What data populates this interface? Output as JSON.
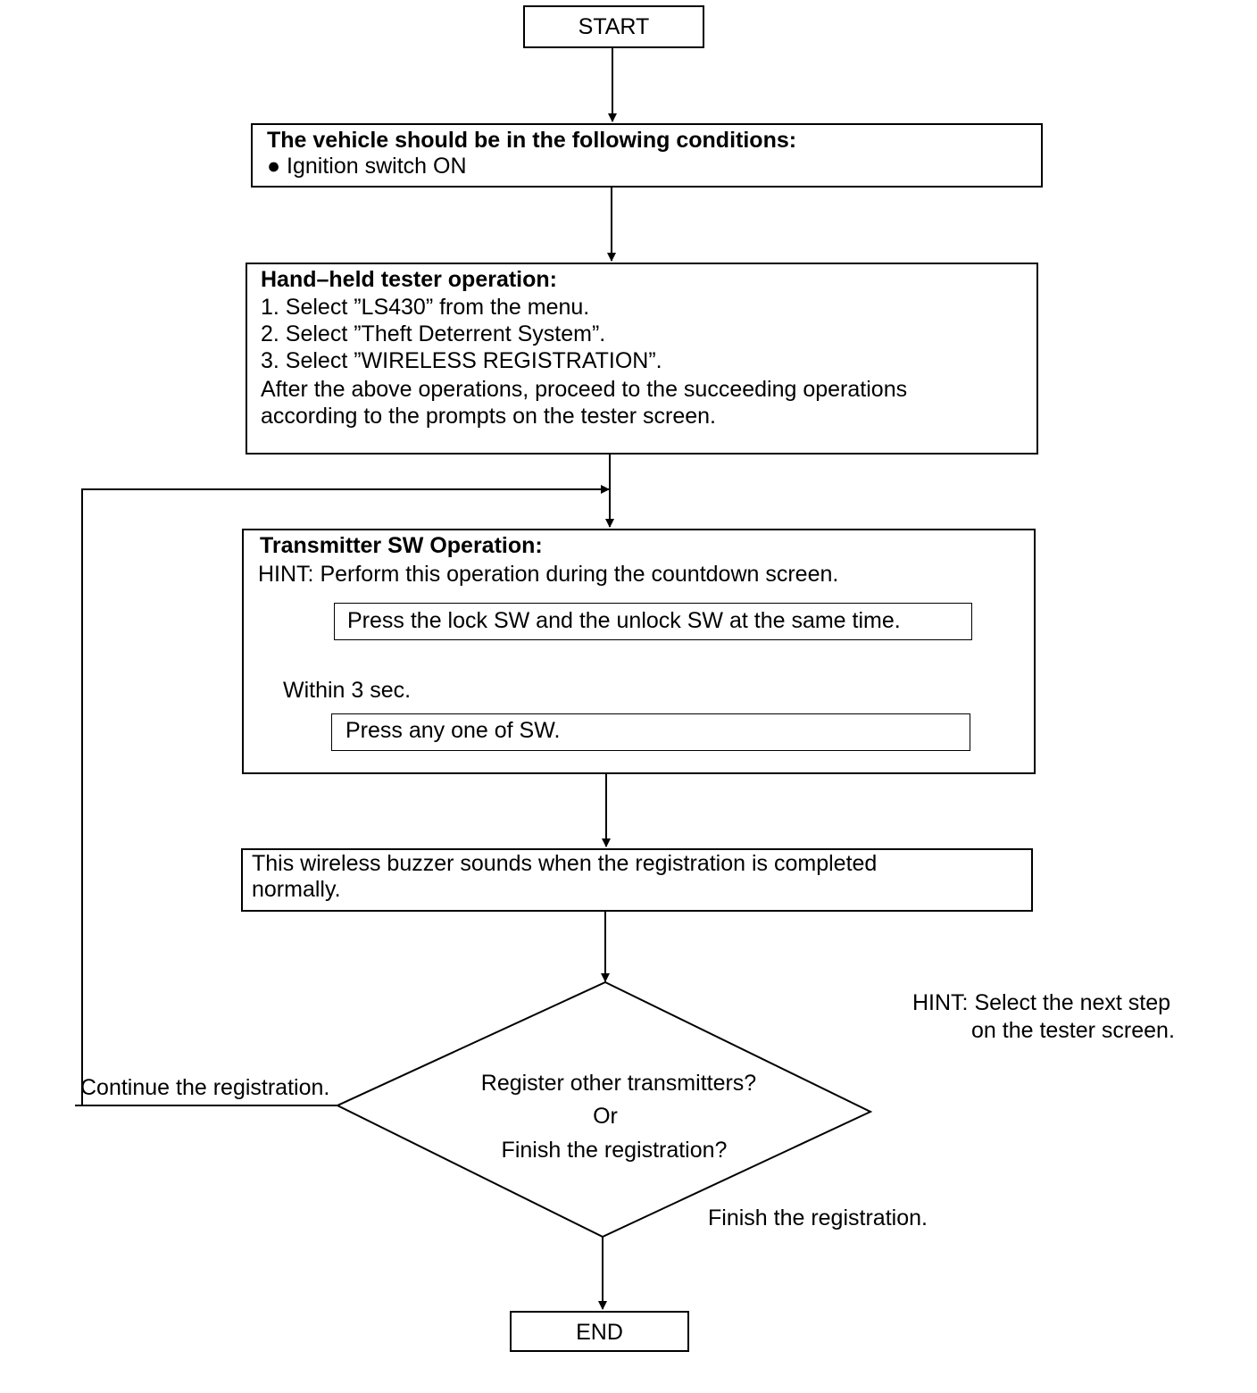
{
  "start": "START",
  "end": "END",
  "conditions": {
    "heading": "The vehicle should be in the following conditions:",
    "items": [
      "● Ignition switch ON"
    ]
  },
  "tester": {
    "heading": "Hand–held tester operation:",
    "steps": [
      "1. Select ”LS430” from the menu.",
      "2. Select ”Theft Deterrent System”.",
      "3. Select ”WIRELESS REGISTRATION”."
    ],
    "note_lines": [
      "After the above operations, proceed to the succeeding operations",
      "according to the prompts on the tester screen."
    ]
  },
  "transmitter": {
    "heading": "Transmitter SW Operation:",
    "hint": "HINT: Perform this operation during the countdown screen.",
    "step1": "Press the lock SW and the unlock SW at the same time.",
    "step2": "Press any one of SW.",
    "interval": "Within 3 sec."
  },
  "buzzer": {
    "lines": [
      "This wireless buzzer sounds when the registration is completed",
      "normally."
    ]
  },
  "decision": {
    "lines": [
      "Register other transmitters?",
      "Or",
      "Finish the registration?"
    ],
    "continue_label": "Continue the registration.",
    "finish_label": "Finish the registration."
  },
  "hint_side": {
    "lines": [
      "HINT: Select the next step",
      "on the tester screen."
    ]
  }
}
